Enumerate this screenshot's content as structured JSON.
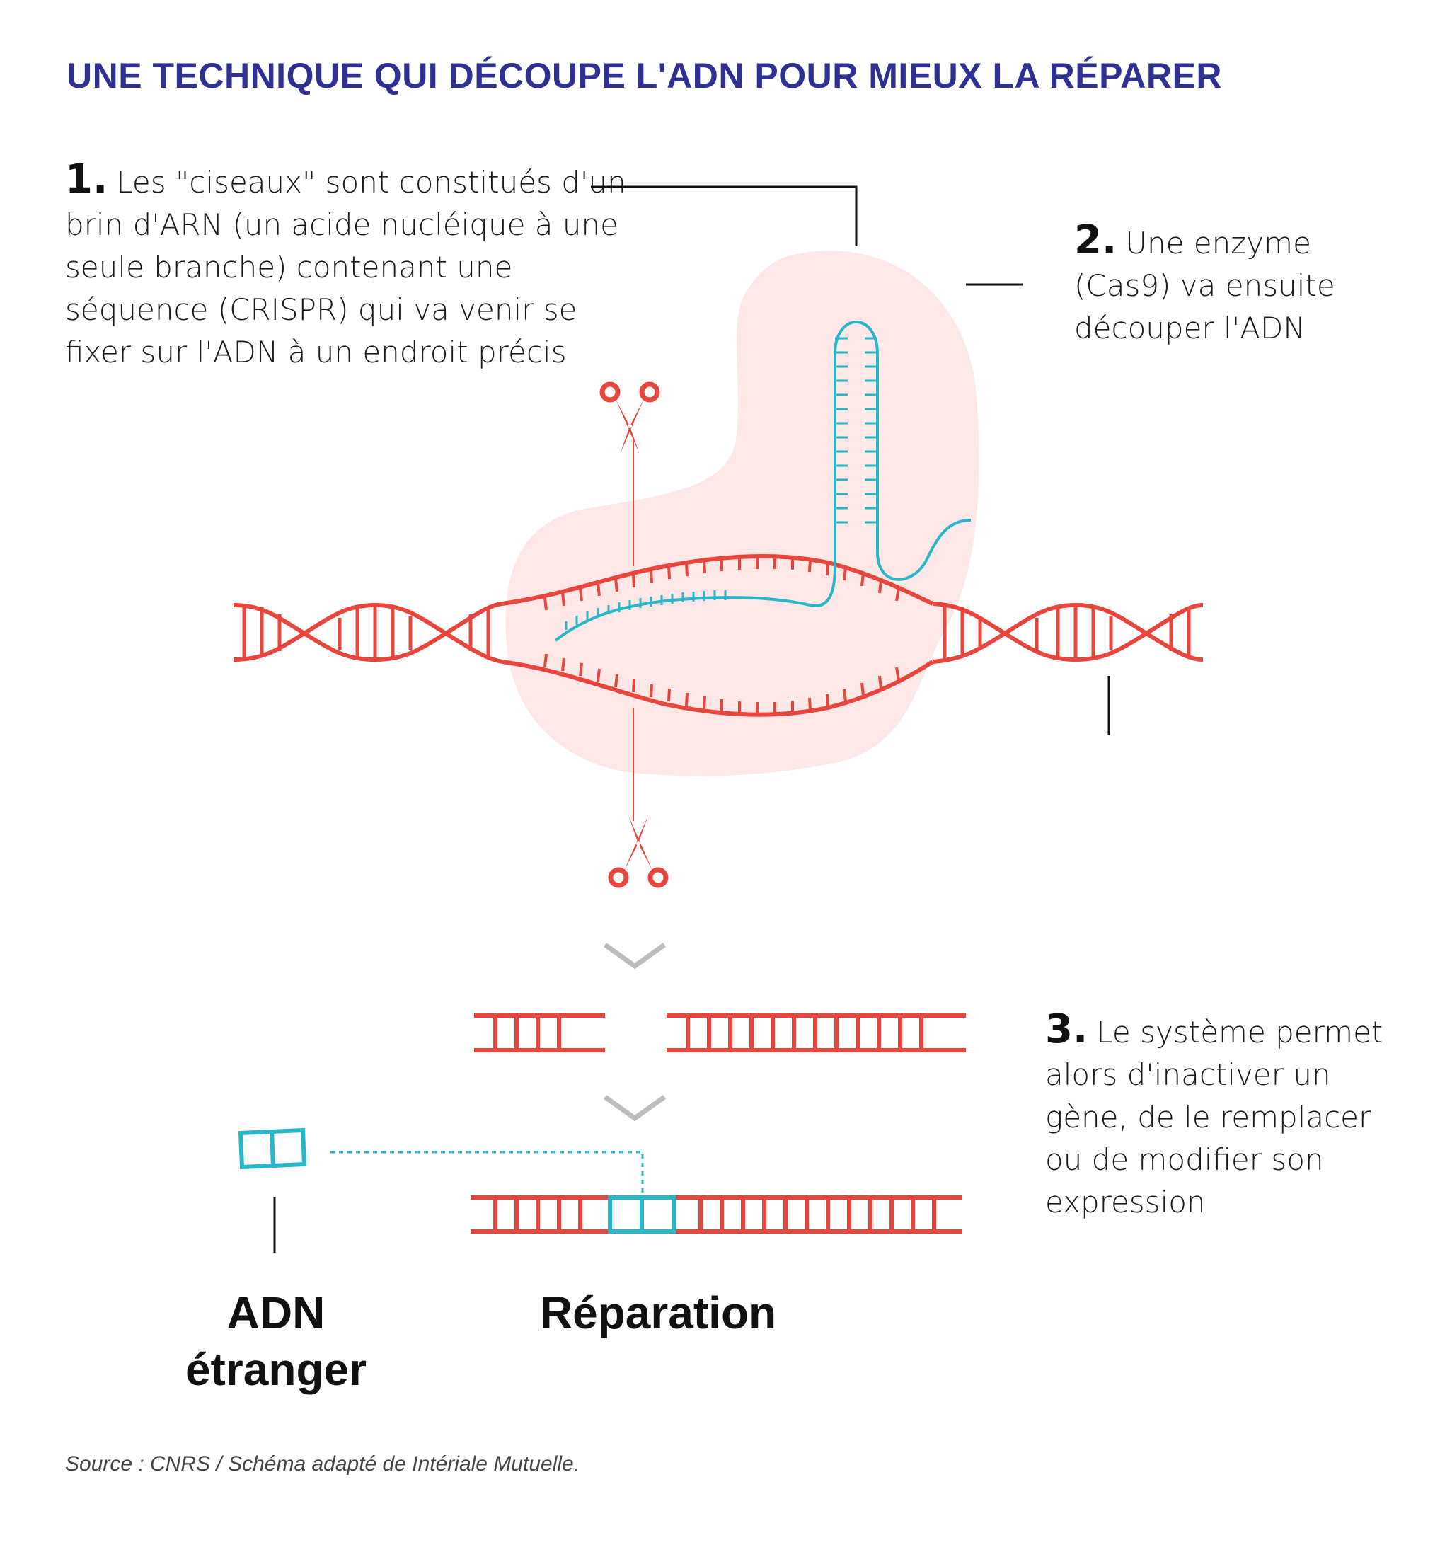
{
  "title": "UNE TECHNIQUE QUI DÉCOUPE L'ADN POUR MIEUX LA RÉPARER",
  "steps": [
    {
      "number": "1.",
      "text": "Les \"ciseaux\" sont constitués d'un brin d'ARN (un acide nucléique à une seule branche) contenant une séquence (CRISPR) qui va venir se fixer sur l'ADN à un endroit précis"
    },
    {
      "number": "2.",
      "text": "Une enzyme (Cas9) va ensuite découper l'ADN"
    },
    {
      "number": "3.",
      "text": "Le système permet alors d'inactiver un gène, de le remplacer ou de modifier son expression"
    }
  ],
  "labels": {
    "foreign_dna": "ADN étranger",
    "repair": "Réparation"
  },
  "source": "Source : CNRS / Schéma adapté de Intériale Mutuelle.",
  "colors": {
    "title": "#2e3192",
    "dna": "#e8453c",
    "rna": "#29b6c8",
    "enzyme": "#fde7e7",
    "arrow": "#bdbdbd"
  },
  "icons": [
    "scissors-icon",
    "chevron-down-icon"
  ]
}
